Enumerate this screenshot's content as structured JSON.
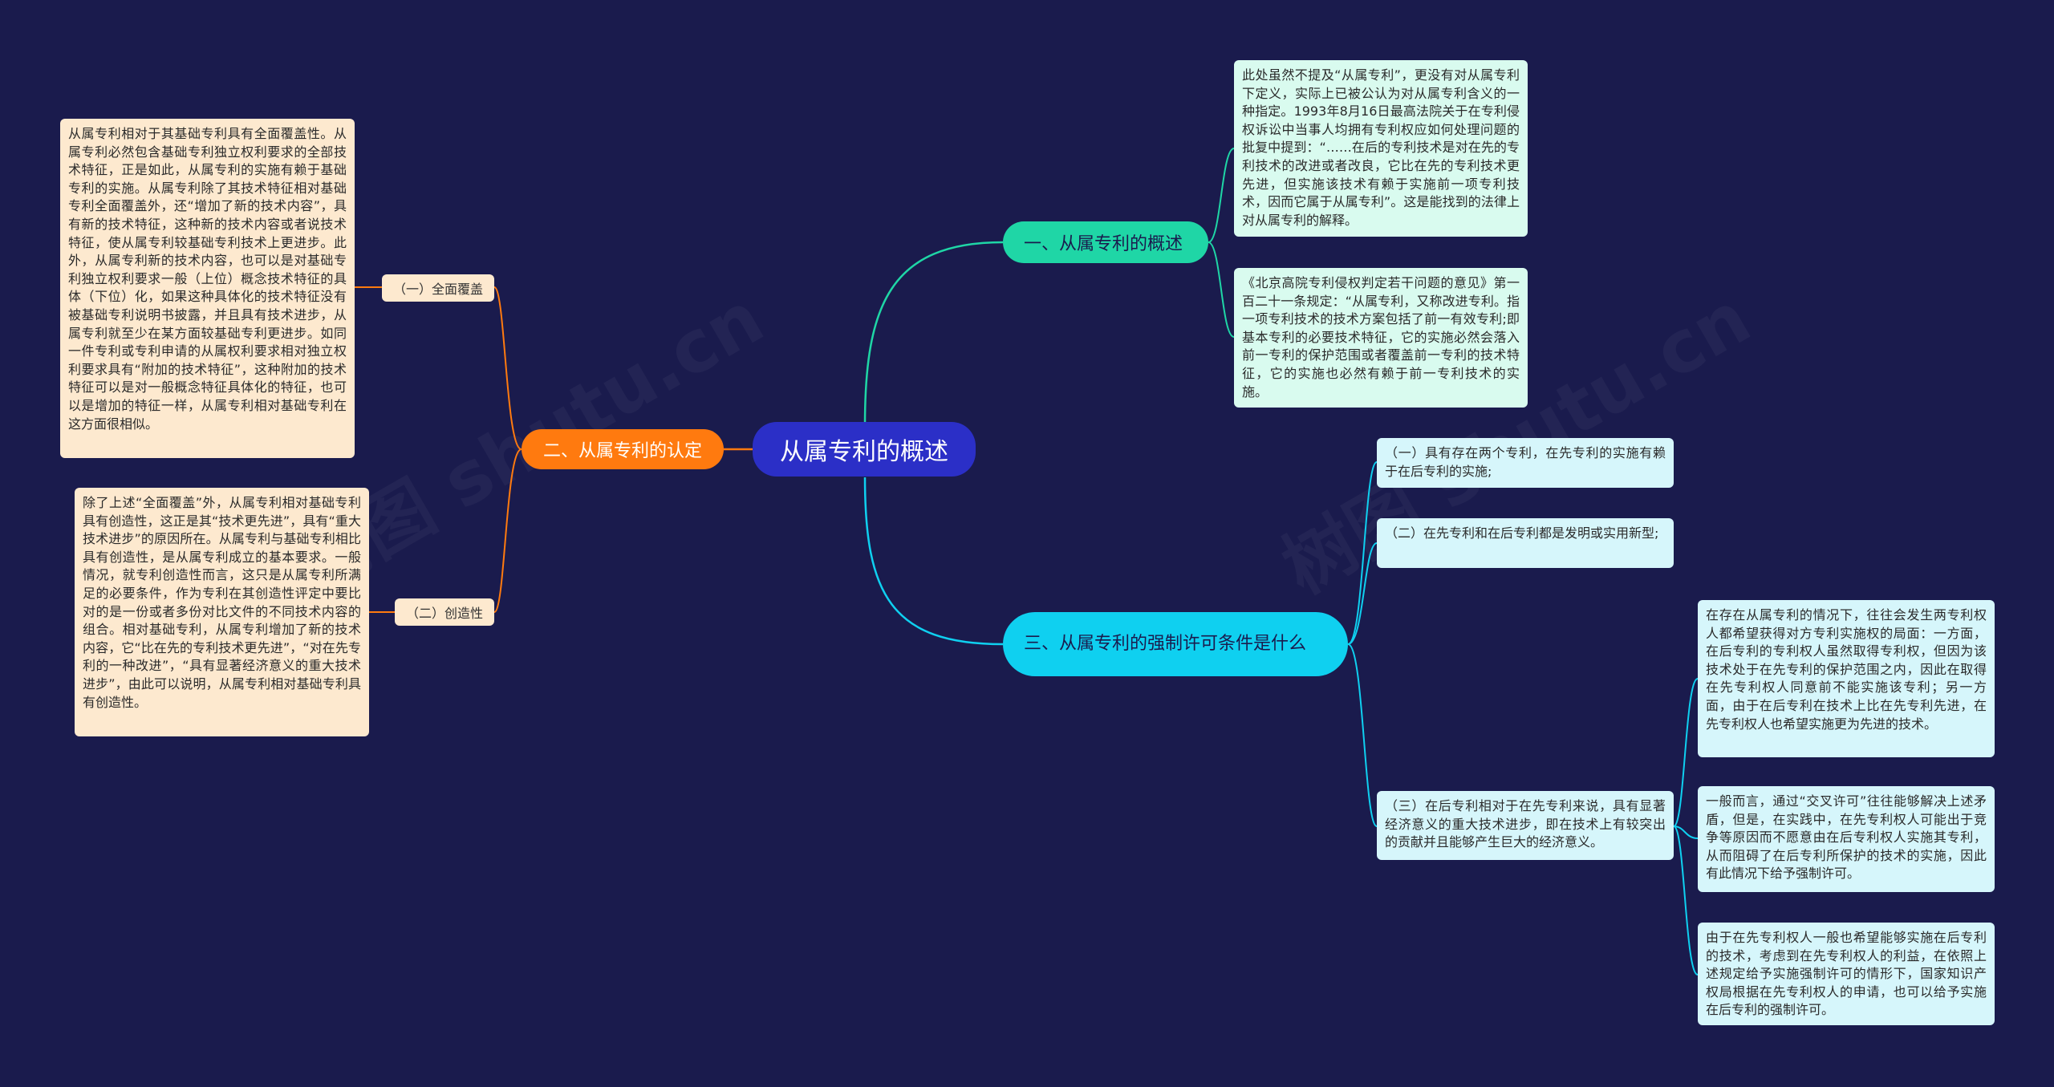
{
  "root": {
    "label": "从属专利的概述"
  },
  "branches": {
    "b1": {
      "label": "一、从属专利的概述",
      "color": "#1fd6a6",
      "texts": [
        "此处虽然不提及“从属专利”，更没有对从属专利下定义，实际上已被公认为对从属专利含义的一种指定。1993年8月16日最高法院关于在专利侵权诉讼中当事人均拥有专利权应如何处理问题的批复中提到：“……在后的专利技术是对在先的专利技术的改进或者改良，它比在先的专利技术更先进，但实施该技术有赖于实施前一项专利技术，因而它属于从属专利”。这是能找到的法律上对从属专利的解释。",
        "《北京高院专利侵权判定若干问题的意见》第一百二十一条规定：“从属专利，又称改进专利。指一项专利技术的技术方案包括了前一有效专利;即基本专利的必要技术特征，它的实施必然会落入前一专利的保护范围或者覆盖前一专利的技术特征，它的实施也必然有赖于前一专利技术的实施。"
      ]
    },
    "b2": {
      "label": "二、从属专利的认定",
      "color": "#ff7a0f",
      "subs": [
        {
          "label": "（一）全面覆盖",
          "text": "从属专利相对于其基础专利具有全面覆盖性。从属专利必然包含基础专利独立权利要求的全部技术特征，正是如此，从属专利的实施有赖于基础专利的实施。从属专利除了其技术特征相对基础专利全面覆盖外，还“增加了新的技术内容”，具有新的技术特征，这种新的技术内容或者说技术特征，使从属专利较基础专利技术上更进步。此外，从属专利新的技术内容，也可以是对基础专利独立权利要求一般（上位）概念技术特征的具体（下位）化，如果这种具体化的技术特征没有被基础专利说明书披露，并且具有技术进步，从属专利就至少在某方面较基础专利更进步。如同一件专利或专利申请的从属权利要求相对独立权利要求具有“附加的技术特征”，这种附加的技术特征可以是对一般概念特征具体化的特征，也可以是增加的特征一样，从属专利相对基础专利在这方面很相似。"
        },
        {
          "label": "（二）创造性",
          "text": "除了上述“全面覆盖”外，从属专利相对基础专利具有创造性，这正是其“技术更先进”，具有“重大技术进步”的原因所在。从属专利与基础专利相比具有创造性，是从属专利成立的基本要求。一般情况，就专利创造性而言，这只是从属专利所满足的必要条件，作为专利在其创造性评定中要比对的是一份或者多份对比文件的不同技术内容的组合。相对基础专利，从属专利增加了新的技术内容，它“比在先的专利技术更先进”，“对在先专利的一种改进”，“具有显著经济意义的重大技术进步”，由此可以说明，从属专利相对基础专利具有创造性。"
        }
      ]
    },
    "b3": {
      "label": "三、从属专利的强制许可条件是什么",
      "color": "#0fd0f0",
      "subs": [
        "（一）具有存在两个专利，在先专利的实施有赖于在后专利的实施;",
        "（二）在先专利和在后专利都是发明或实用新型;",
        "（三）在后专利相对于在先专利来说，具有显著经济意义的重大技术进步，即在技术上有较突出的贡献并且能够产生巨大的经济意义。"
      ],
      "texts": [
        "在存在从属专利的情况下，往往会发生两专利权人都希望获得对方专利实施权的局面：一方面，在后专利的专利权人虽然取得专利权，但因为该技术处于在先专利的保护范围之内，因此在取得在先专利权人同意前不能实施该专利；另一方面，由于在后专利在技术上比在先专利先进，在先专利权人也希望实施更为先进的技术。",
        "一般而言，通过“交叉许可”往往能够解决上述矛盾，但是，在实践中，在先专利权人可能出于竞争等原因而不愿意由在后专利权人实施其专利，从而阻碍了在后专利所保护的技术的实施，因此有此情况下给予强制许可。",
        "由于在先专利权人一般也希望能够实施在后专利的技术，考虑到在先专利权人的利益，在依照上述规定给予实施强制许可的情形下，国家知识产权局根据在先专利权人的申请，也可以给予实施在后专利的强制许可。"
      ]
    }
  },
  "watermark": "树图 shutu.cn"
}
